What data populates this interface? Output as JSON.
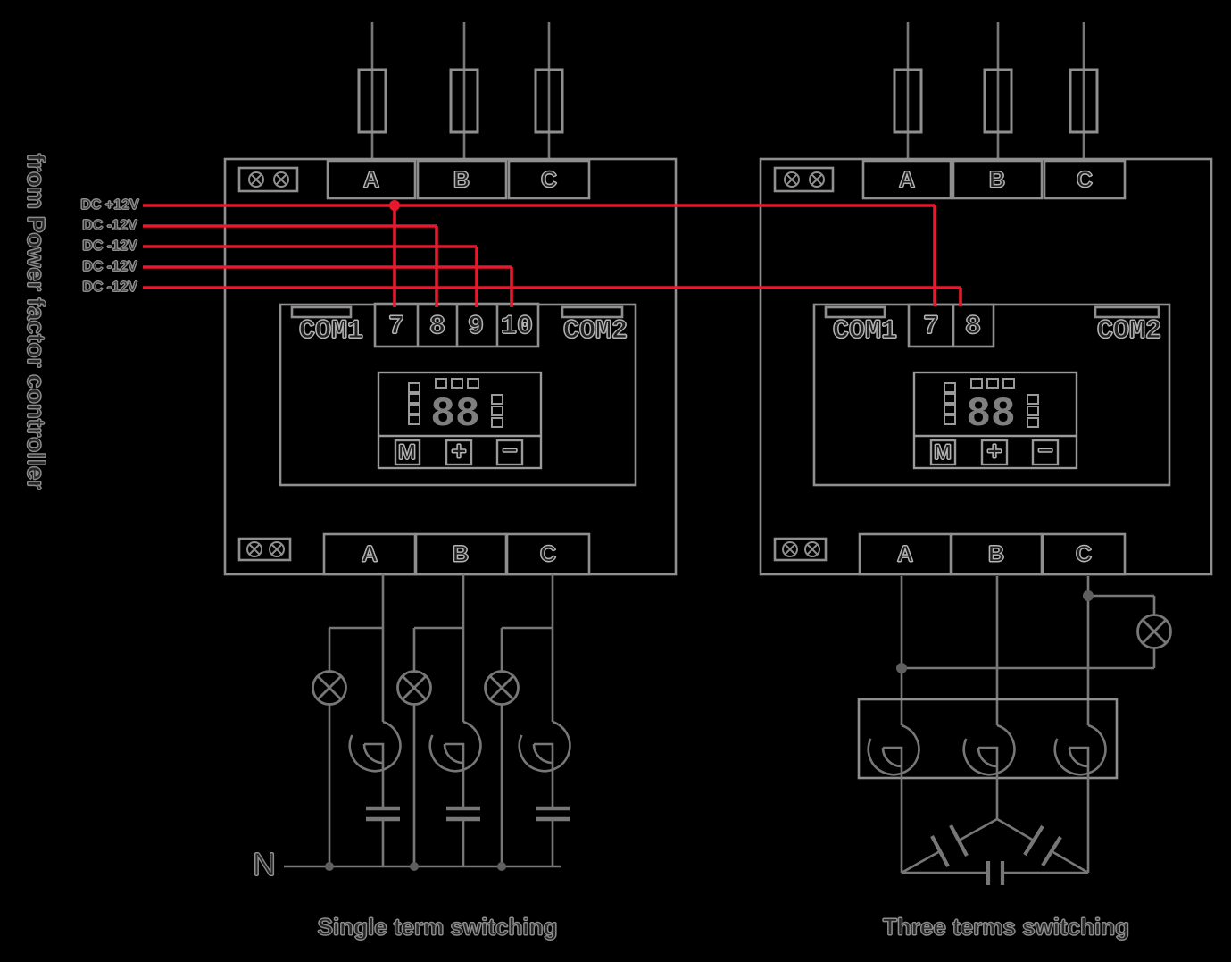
{
  "side_label": "from Power factor controller",
  "wire_labels": [
    "DC +12V",
    "DC -12V",
    "DC -12V",
    "DC -12V",
    "DC -12V"
  ],
  "neutral_label": "N",
  "captions": [
    "Single term switching",
    "Three terms switching"
  ],
  "devices": [
    {
      "top_terminals": [
        "A",
        "B",
        "C"
      ],
      "bottom_terminals": [
        "A",
        "B",
        "C"
      ],
      "com1": "COM1",
      "com2": "COM2",
      "relay_terminals": [
        "7",
        "8",
        "9",
        "10"
      ],
      "display_value": "88",
      "buttons": [
        "M",
        "+",
        "−"
      ]
    },
    {
      "top_terminals": [
        "A",
        "B",
        "C"
      ],
      "bottom_terminals": [
        "A",
        "B",
        "C"
      ],
      "com1": "COM1",
      "com2": "COM2",
      "relay_terminals": [
        "7",
        "8"
      ],
      "display_value": "88",
      "buttons": [
        "M",
        "+",
        "−"
      ]
    }
  ],
  "colors": {
    "background": "#000000",
    "wire_red": "#e8192d",
    "line_gray": "#777777",
    "box_gray": "#8f8f8f",
    "text_outline": "#b3b3b3"
  },
  "icons": {
    "fuse": "fuse-icon",
    "lamp": "lamp-icon",
    "contactor_contact": "contactor-contact-icon",
    "capacitor": "capacitor-icon",
    "screw": "screw-icon",
    "junction_dot": "junction-dot"
  }
}
